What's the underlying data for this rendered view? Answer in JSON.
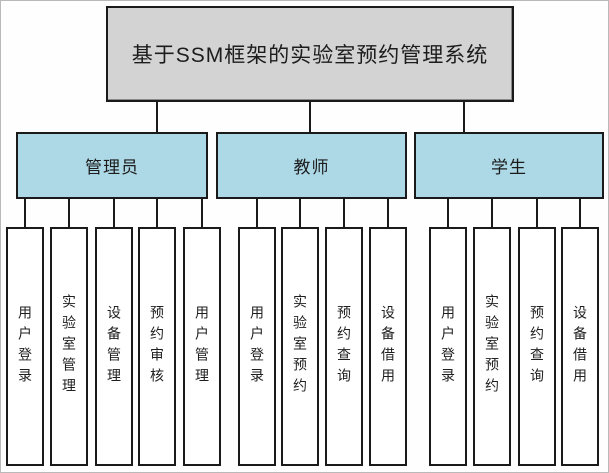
{
  "diagram": {
    "root": {
      "label": "基于SSM框架的实验室预约管理系统"
    },
    "roles": [
      {
        "label": "管理员",
        "functions": [
          "用户登录",
          "实验室管理",
          "设备管理",
          "预约审核",
          "用户管理"
        ]
      },
      {
        "label": "教师",
        "functions": [
          "用户登录",
          "实验室预约",
          "预约查询",
          "设备借用"
        ]
      },
      {
        "label": "学生",
        "functions": [
          "用户登录",
          "实验室预约",
          "预约查询",
          "设备借用"
        ]
      }
    ]
  },
  "colors": {
    "root_fill": "#d3d3d3",
    "role_fill": "#add8e6",
    "function_fill": "#ffffff",
    "border": "#1a1a1a",
    "connector": "#1a1a1a"
  }
}
